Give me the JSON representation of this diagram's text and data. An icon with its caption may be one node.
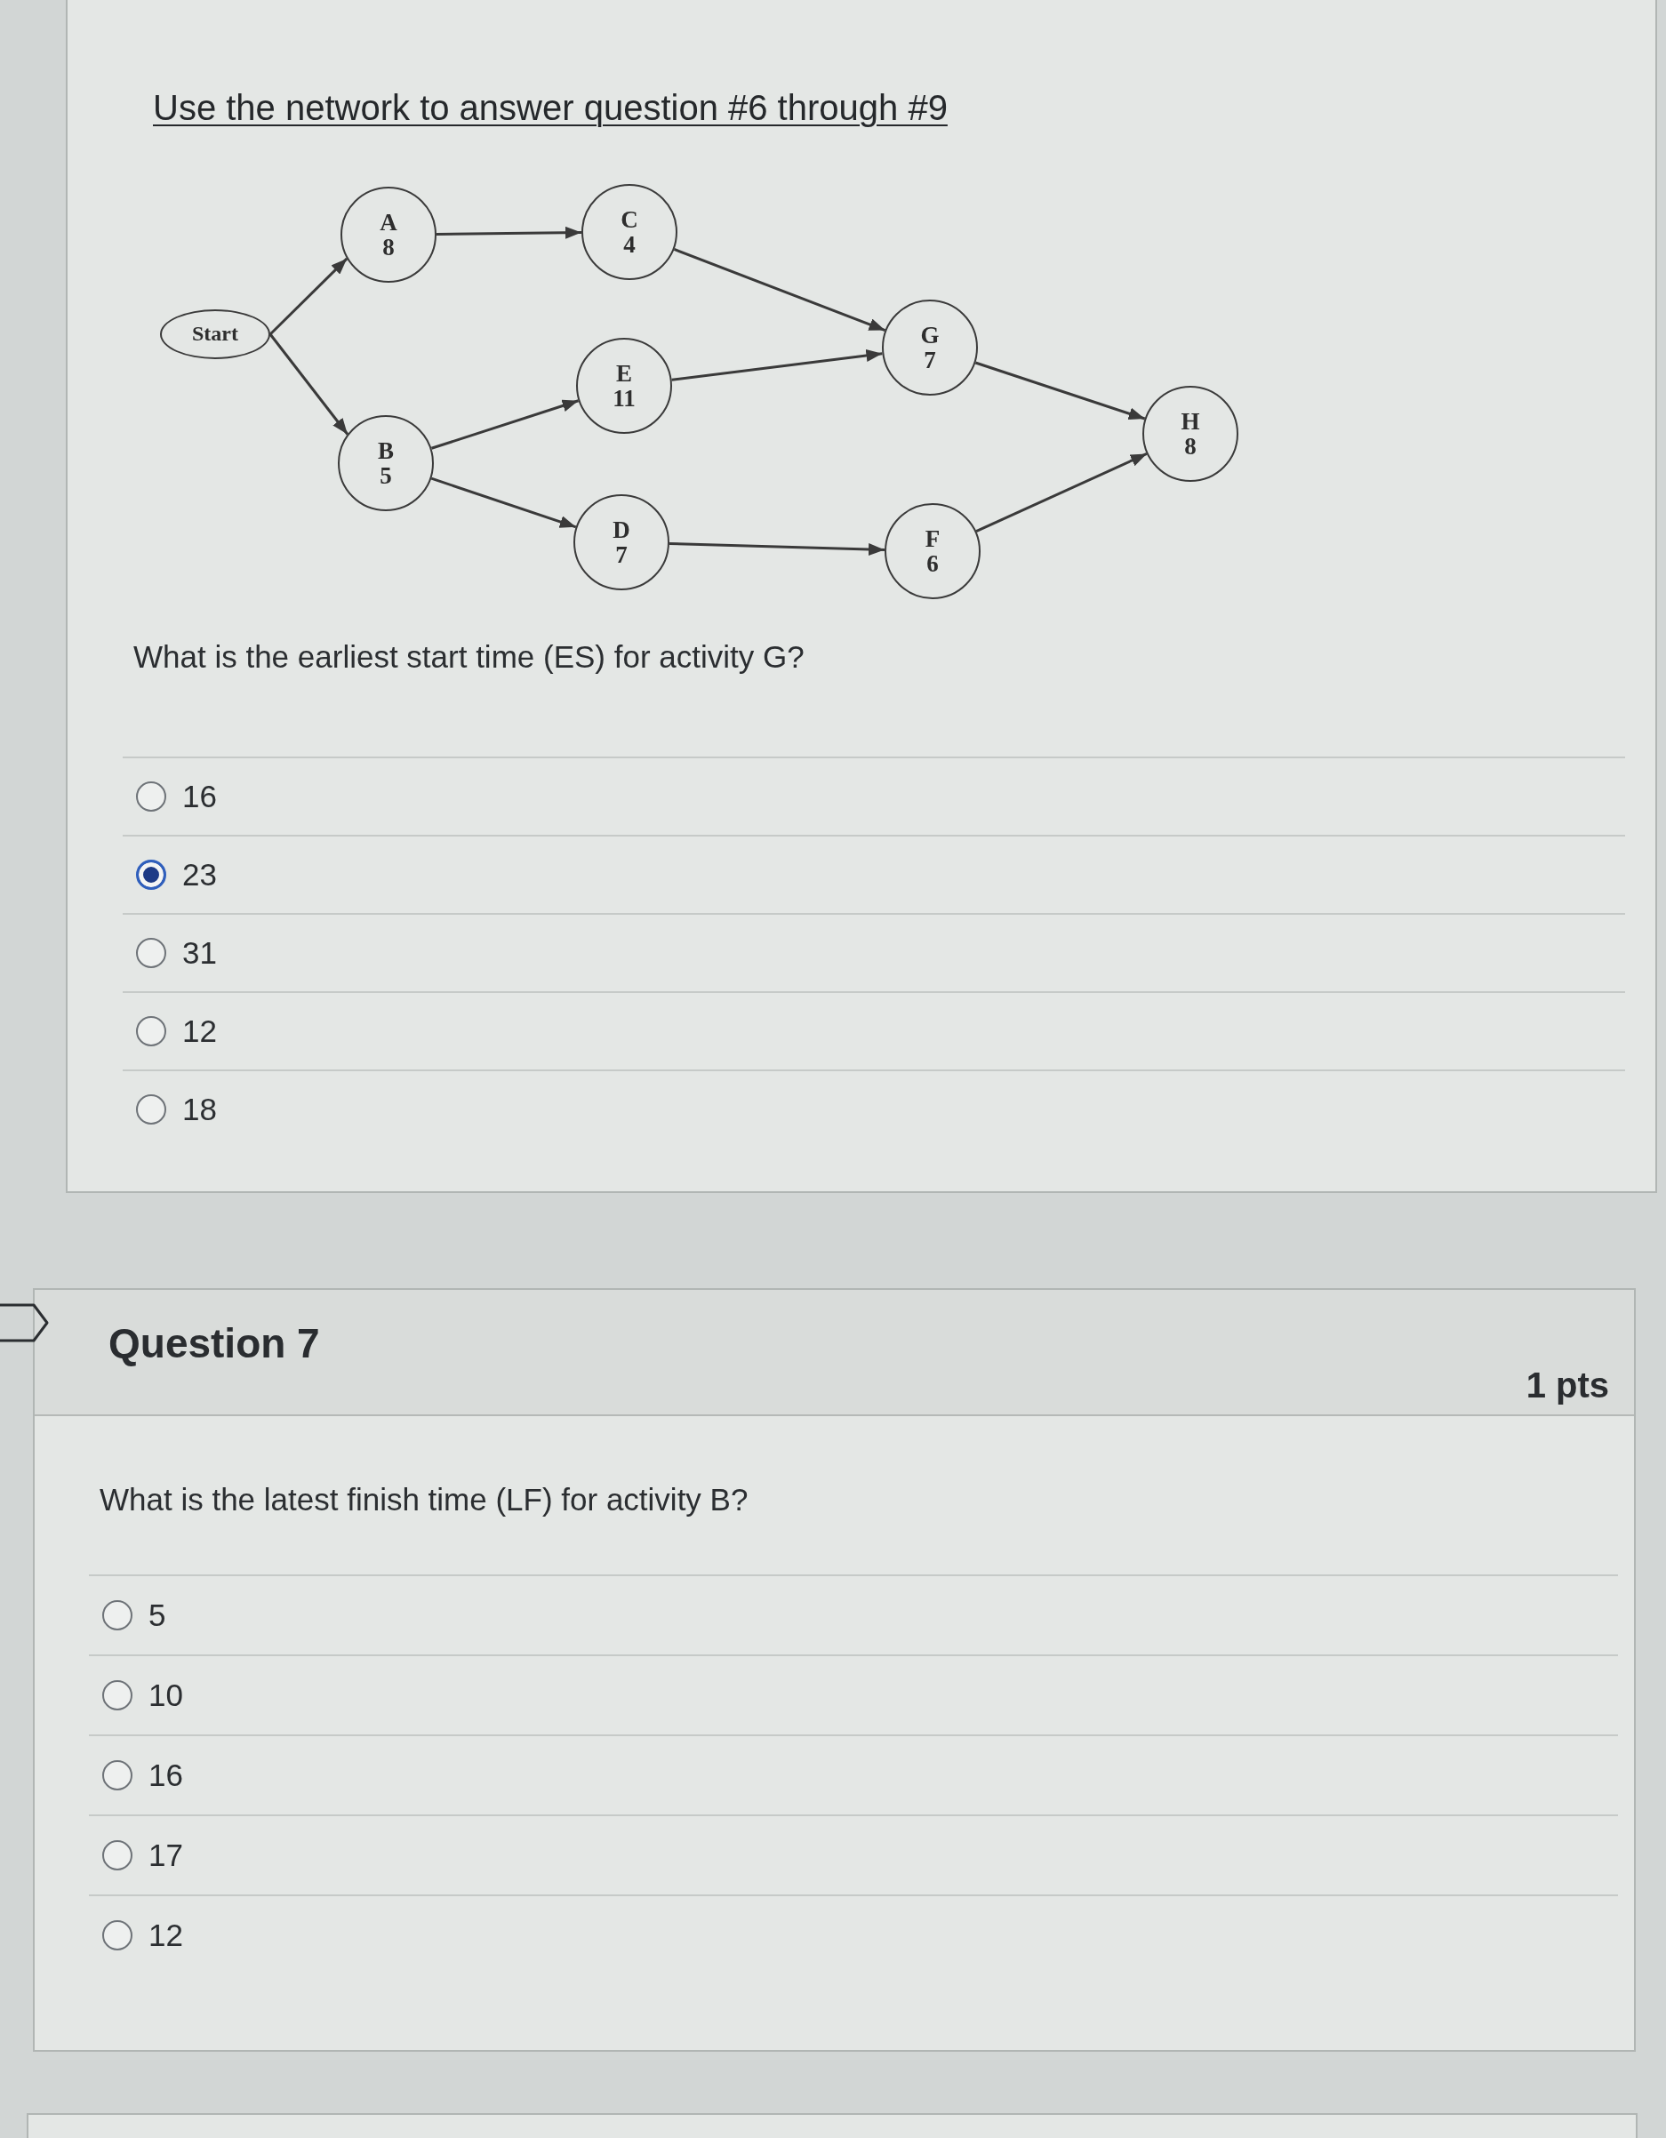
{
  "diagram": {
    "title": "Use the network to answer question #6 through #9",
    "nodes": [
      {
        "text": [
          "Start"
        ]
      },
      {
        "text": [
          "A",
          "8"
        ]
      },
      {
        "text": [
          "B",
          "5"
        ]
      },
      {
        "text": [
          "C",
          "4"
        ]
      },
      {
        "text": [
          "E",
          "11"
        ]
      },
      {
        "text": [
          "D",
          "7"
        ]
      },
      {
        "text": [
          "G",
          "7"
        ]
      },
      {
        "text": [
          "F",
          "6"
        ]
      },
      {
        "text": [
          "H",
          "8"
        ]
      },
      {
        "text": [],
        "shape": "box"
      }
    ],
    "edges": [
      {
        "from": 0,
        "to": 1,
        "arrow": "to"
      },
      {
        "from": 0,
        "to": 2,
        "arrow": "to"
      },
      {
        "from": 1,
        "to": 3,
        "arrow": "to"
      },
      {
        "from": 2,
        "to": 4,
        "arrow": "to"
      },
      {
        "from": 2,
        "to": 5,
        "arrow": "to"
      },
      {
        "from": 3,
        "to": 6,
        "arrow": "to"
      },
      {
        "from": 4,
        "to": 6,
        "arrow": "to"
      },
      {
        "from": 5,
        "to": 7,
        "arrow": "to"
      },
      {
        "from": 6,
        "to": 8,
        "arrow": "to"
      },
      {
        "from": 7,
        "to": 8,
        "arrow": "to"
      }
    ],
    "labels": [
      "What is the earliest start time (ES) for activity G?",
      "16",
      "23",
      "31",
      "12",
      "18",
      "Question 7",
      "1 pts",
      "What is the latest finish time (LF) for activity B?",
      "5",
      "10",
      "16",
      "17",
      "12"
    ]
  }
}
